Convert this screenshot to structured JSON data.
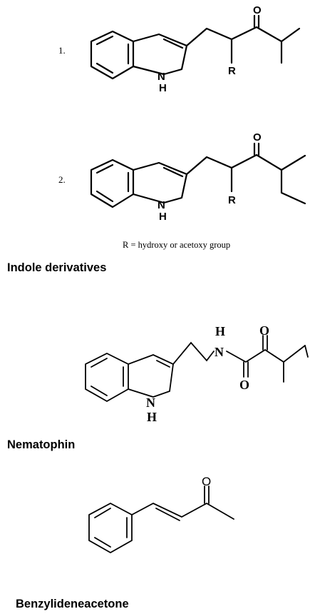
{
  "compound1": {
    "number": "1.",
    "labels": {
      "n": "N",
      "h": "H",
      "o": "O",
      "r": "R"
    }
  },
  "compound2": {
    "number": "2.",
    "labels": {
      "n": "N",
      "h": "H",
      "o": "O",
      "r": "R"
    }
  },
  "r_note": "R = hydroxy or acetoxy group",
  "heading_indole": "Indole derivatives",
  "nematophin": {
    "labels": {
      "n_ring": "N",
      "h_ring": "H",
      "n_amide": "N",
      "h_amide": "H",
      "o_top": "O",
      "o_bottom": "O"
    }
  },
  "heading_nematophin": "Nematophin",
  "heading_benzylideneacetone": "Benzylideneacetone",
  "benzylideneacetone": {
    "labels": {
      "o": "O"
    }
  }
}
